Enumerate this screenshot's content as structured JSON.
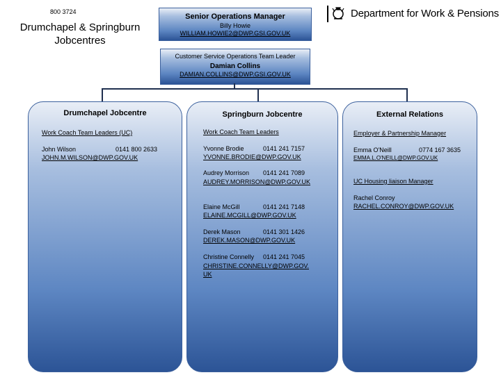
{
  "header": {
    "ref_number": "800 3724",
    "office_title": "Drumchapel & Springburn Jobcentres",
    "org_logo_text": "Department for Work & Pensions"
  },
  "senior_manager": {
    "title": "Senior Operations Manager",
    "name": "Billy Howie",
    "email": "WILLIAM.HOWIE2@DWP.GSI.GOV.UK"
  },
  "team_leader": {
    "title": "Customer Service Operations Team Leader",
    "name": "Damian Collins",
    "email": "DAMIAN.COLLINS@DWP.GSI.GOV.UK"
  },
  "columns": {
    "drumchapel": {
      "title": "Drumchapel Jobcentre",
      "role": "Work Coach Team Leaders (UC)",
      "contacts": [
        {
          "name": "John Wilson",
          "phone": "0141 800 2633",
          "email": "JOHN.M.WILSON@DWP.GOV.UK"
        }
      ]
    },
    "springburn": {
      "title": "Springburn Jobcentre",
      "role": "Work Coach Team Leaders",
      "contacts": [
        {
          "name": "Yvonne Brodie",
          "phone": "0141 241 7157",
          "email": "YVONNE.BRODIE@DWP.GOV.UK"
        },
        {
          "name": "Audrey Morrison",
          "phone": "0141 241 7089",
          "email": "AUDREY.MORRISON@DWP.GOV.UK"
        },
        {
          "name": "Elaine McGill",
          "phone": "0141 241 7148",
          "email": "ELAINE.MCGILL@DWP.GOV.UK"
        },
        {
          "name": "Derek Mason",
          "phone": "0141 301 1426",
          "email": "DEREK.MASON@DWP.GOV.UK"
        },
        {
          "name": "Christine Connelly",
          "phone": "0141 241 7045",
          "email": "CHRISTINE.CONNELLY@DWP.GOV.UK"
        }
      ]
    },
    "external": {
      "title": "External Relations",
      "role": "Employer & Partnership Manager",
      "contacts": [
        {
          "name": "Emma O'Neill",
          "phone": "0774 167 3635",
          "email": "EMMA.L.O'NEILL@DWP.GOV.UK"
        }
      ],
      "role2": "UC Housing liaison Manager",
      "contacts2": [
        {
          "name": "Rachel Conroy",
          "email": "RACHEL.CONROY@DWP.GOV.UK"
        }
      ]
    }
  }
}
